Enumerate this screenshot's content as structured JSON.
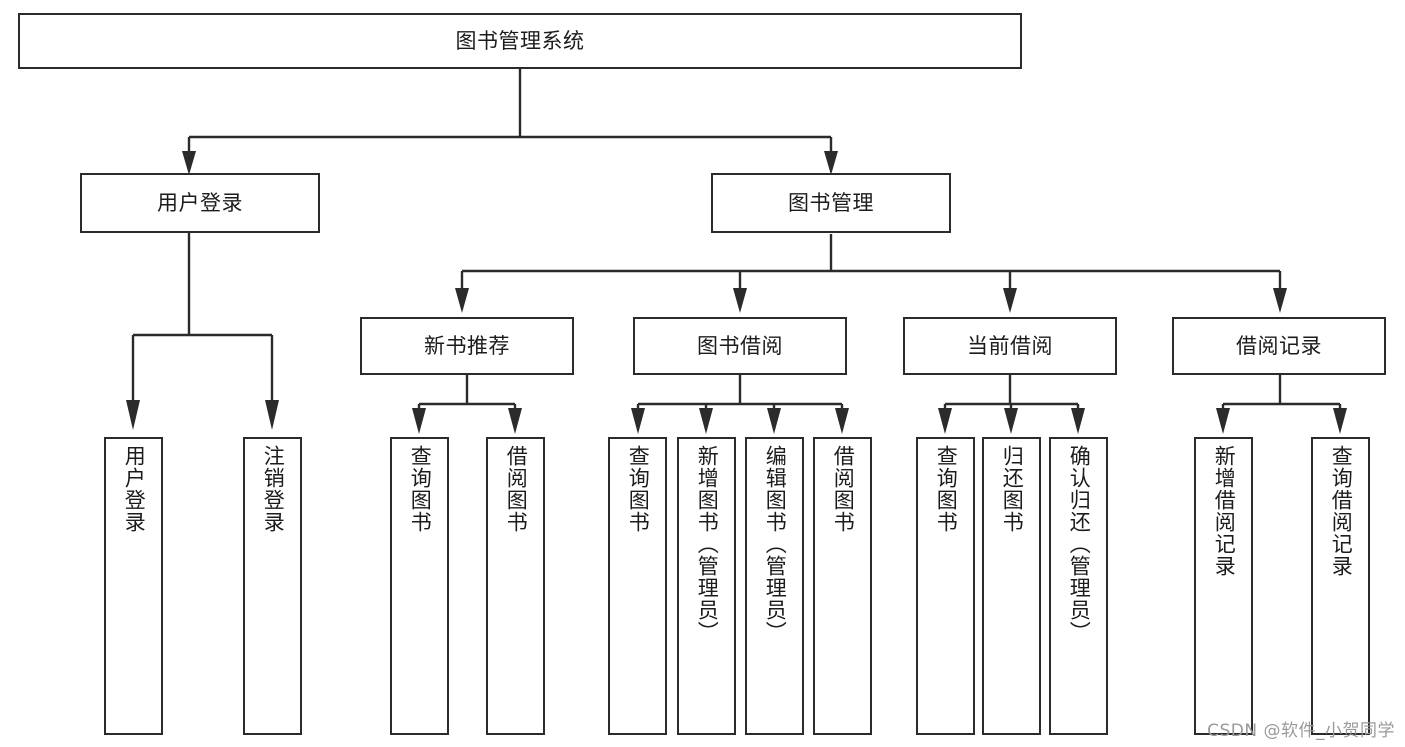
{
  "diagram": {
    "type": "tree",
    "title": "图书管理系统",
    "watermark": "CSDN @软件_小贺同学",
    "root": {
      "id": "root",
      "label": "图书管理系统"
    },
    "level2": [
      {
        "id": "user-login",
        "label": "用户登录"
      },
      {
        "id": "book-manage",
        "label": "图书管理"
      }
    ],
    "level3": [
      {
        "id": "new-book-recommend",
        "label": "新书推荐",
        "parent": "book-manage"
      },
      {
        "id": "book-borrow",
        "label": "图书借阅",
        "parent": "book-manage"
      },
      {
        "id": "current-borrow",
        "label": "当前借阅",
        "parent": "book-manage"
      },
      {
        "id": "borrow-record",
        "label": "借阅记录",
        "parent": "book-manage"
      }
    ],
    "leaves": [
      {
        "id": "leaf-user-login",
        "label": "用户登录",
        "parent": "user-login"
      },
      {
        "id": "leaf-logout-login",
        "label": "注销登录",
        "parent": "user-login"
      },
      {
        "id": "leaf-query-book-1",
        "label": "查询图书",
        "parent": "new-book-recommend"
      },
      {
        "id": "leaf-borrow-book-1",
        "label": "借阅图书",
        "parent": "new-book-recommend"
      },
      {
        "id": "leaf-query-book-2",
        "label": "查询图书",
        "parent": "book-borrow"
      },
      {
        "id": "leaf-add-book",
        "label": "新增图书（管理员）",
        "parent": "book-borrow"
      },
      {
        "id": "leaf-edit-book",
        "label": "编辑图书（管理员）",
        "parent": "book-borrow"
      },
      {
        "id": "leaf-borrow-book-2",
        "label": "借阅图书",
        "parent": "book-borrow"
      },
      {
        "id": "leaf-query-book-3",
        "label": "查询图书",
        "parent": "current-borrow"
      },
      {
        "id": "leaf-return-book",
        "label": "归还图书",
        "parent": "current-borrow"
      },
      {
        "id": "leaf-confirm-return",
        "label": "确认归还（管理员）",
        "parent": "current-borrow"
      },
      {
        "id": "leaf-add-record",
        "label": "新增借阅记录",
        "parent": "borrow-record"
      },
      {
        "id": "leaf-query-record",
        "label": "查询借阅记录",
        "parent": "borrow-record"
      }
    ],
    "colors": {
      "stroke": "#2b2b2b",
      "fill": "#ffffff",
      "text": "#1c1c1c",
      "watermark": "#9a9a9a"
    }
  }
}
